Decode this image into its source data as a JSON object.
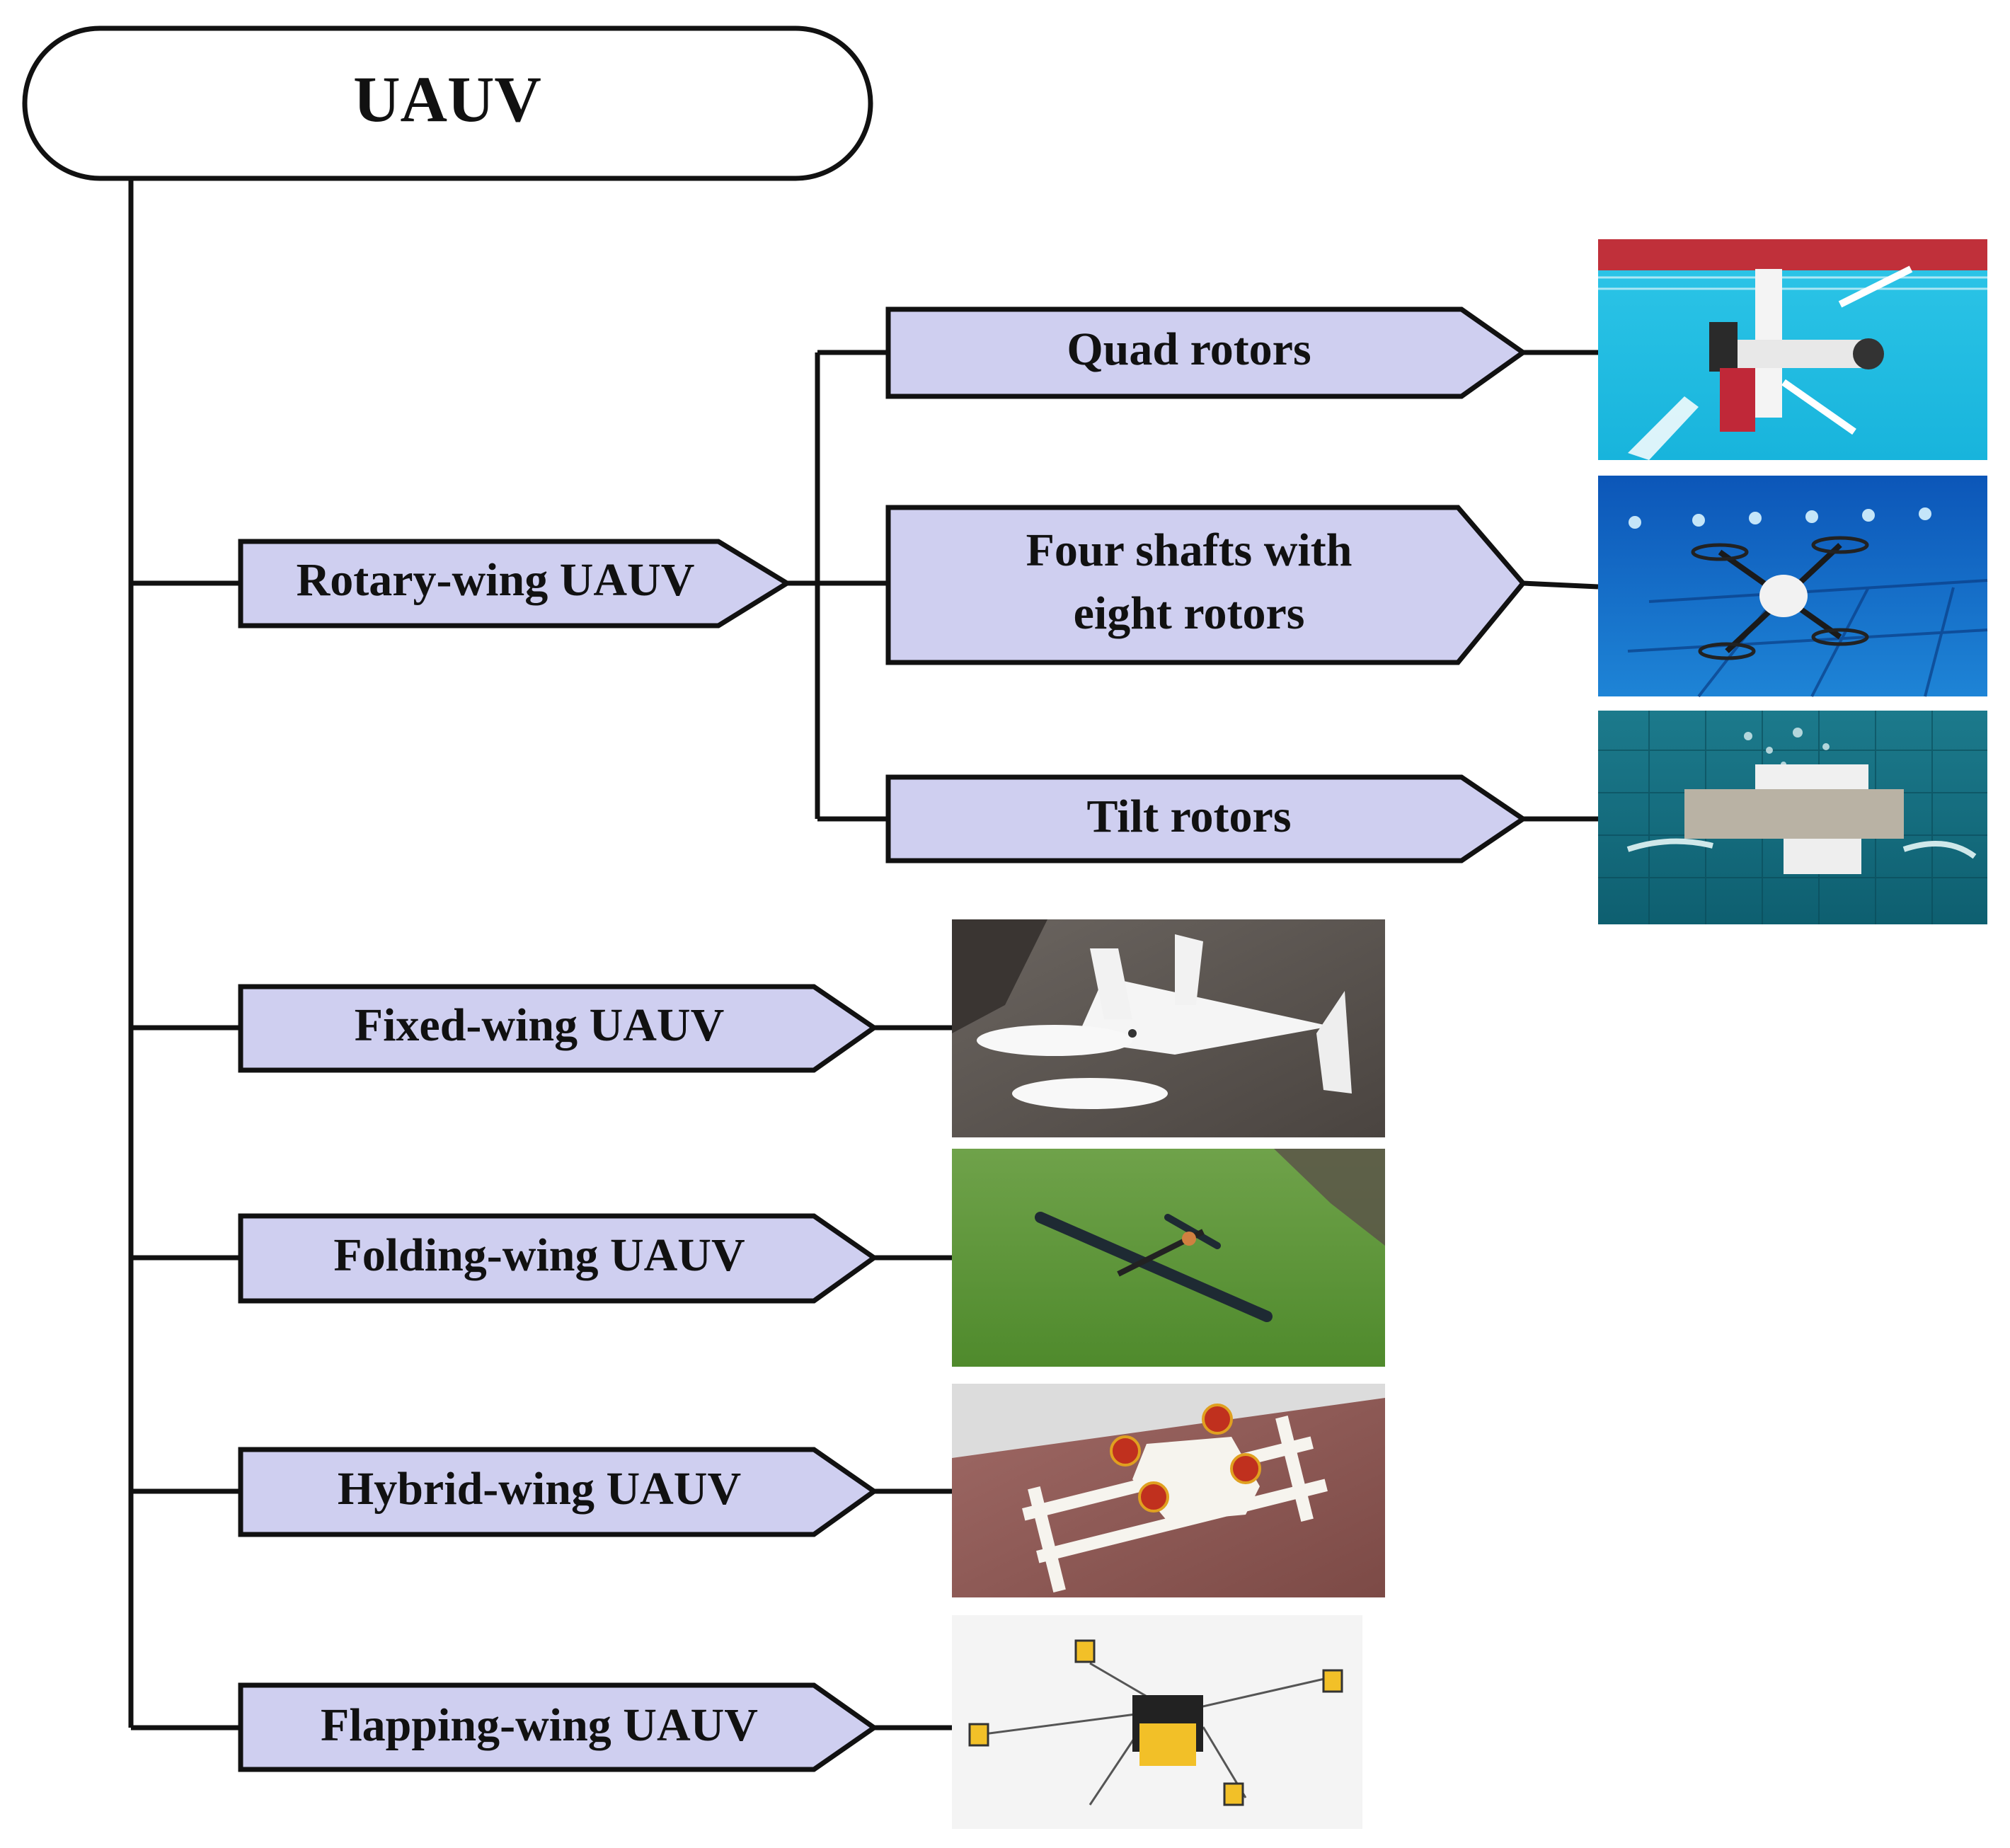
{
  "root": {
    "label": "UAUV"
  },
  "categories": {
    "rotary": "Rotary-wing UAUV",
    "fixed": "Fixed-wing UAUV",
    "folding": "Folding-wing UAUV",
    "hybrid": "Hybrid-wing UAUV",
    "flapping": "Flapping-wing UAUV"
  },
  "rotor_types": {
    "quad": "Quad rotors",
    "four_shafts_line1": "Four shafts with",
    "four_shafts_line2": "eight rotors",
    "tilt": "Tilt rotors"
  },
  "colors": {
    "node_fill": "#cfcff0",
    "stroke": "#111111",
    "root_fill": "#ffffff"
  }
}
